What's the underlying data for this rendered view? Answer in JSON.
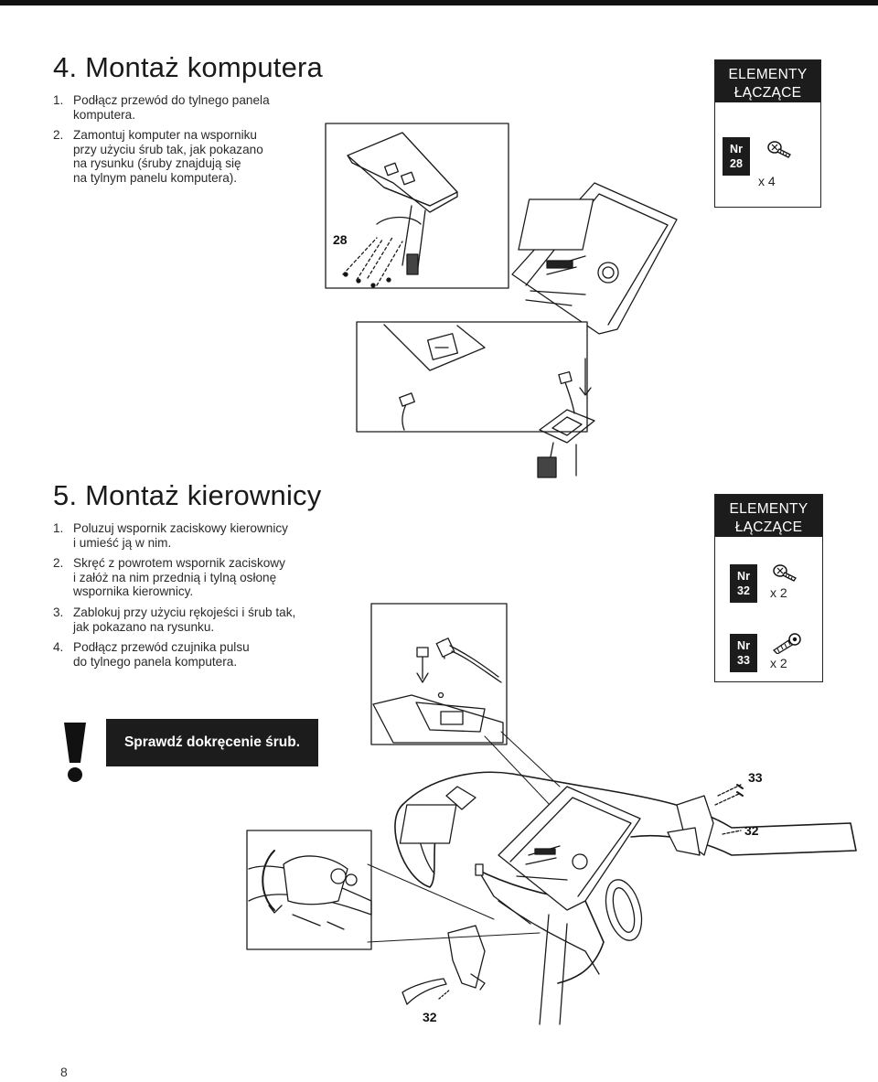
{
  "sections": [
    {
      "title": "4. Montaż komputera",
      "steps": [
        {
          "n": "1.",
          "text": "Podłącz przewód do tylnego panela komputera."
        },
        {
          "n": "2.",
          "text": "Zamontuj komputer na wsporniku\nprzy użyciu śrub tak, jak pokazano\nna rysunku (śruby znajdują się\nna tylnym panelu komputera)."
        }
      ],
      "parts_box": {
        "header_line1": "ELEMENTY",
        "header_line2": "ŁĄCZĄCE",
        "items": [
          {
            "nr_label": "Nr",
            "nr": "28",
            "qty": "x 4",
            "icon": "screw-icon"
          }
        ]
      },
      "callouts": [
        "28"
      ]
    },
    {
      "title": "5. Montaż kierownicy",
      "steps": [
        {
          "n": "1.",
          "text": "Poluzuj wspornik zaciskowy kierownicy\ni umieść ją w nim."
        },
        {
          "n": "2.",
          "text": "Skręć z powrotem wspornik zaciskowy\ni załóż na nim przednią i tylną osłonę\nwspornika kierownicy."
        },
        {
          "n": "3.",
          "text": "Zablokuj przy użyciu rękojeści i śrub tak,\njak pokazano na rysunku."
        },
        {
          "n": "4.",
          "text": "Podłącz przewód czujnika pulsu\ndo tylnego panela komputera."
        }
      ],
      "parts_box": {
        "header_line1": "ELEMENTY",
        "header_line2": "ŁĄCZĄCE",
        "items": [
          {
            "nr_label": "Nr",
            "nr": "32",
            "qty": "x 2",
            "icon": "screw-icon"
          },
          {
            "nr_label": "Nr",
            "nr": "33",
            "qty": "x 2",
            "icon": "bolt-icon"
          }
        ]
      },
      "callouts": [
        "33",
        "32",
        "32"
      ]
    }
  ],
  "warning": {
    "icon": "exclamation-icon",
    "text": "Sprawdź dokręcenie śrub."
  },
  "page_number": "8"
}
